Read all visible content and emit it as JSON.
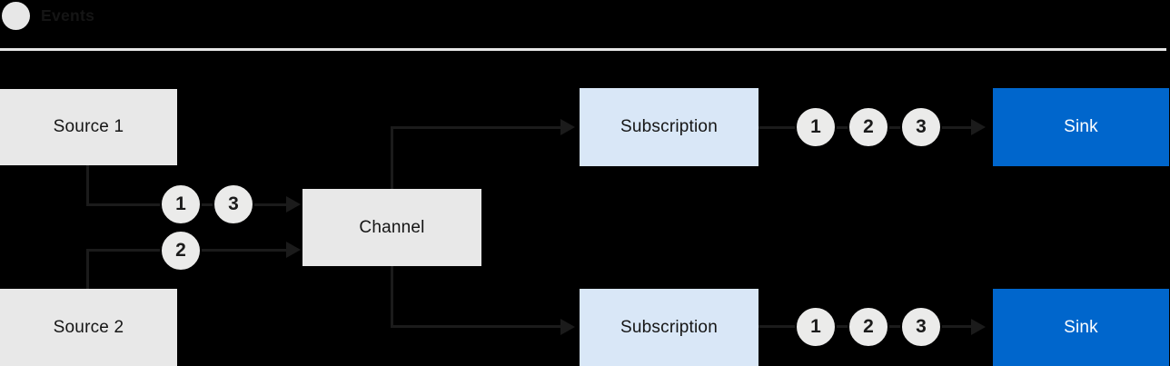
{
  "legend": {
    "label": "Events"
  },
  "nodes": {
    "source1": {
      "label": "Source 1"
    },
    "source2": {
      "label": "Source 2"
    },
    "channel": {
      "label": "Channel"
    },
    "subscription_top": {
      "label": "Subscription"
    },
    "subscription_bottom": {
      "label": "Subscription"
    },
    "sink_top": {
      "label": "Sink"
    },
    "sink_bottom": {
      "label": "Sink"
    }
  },
  "event_markers": {
    "source1_to_channel": [
      "1",
      "3"
    ],
    "source2_to_channel": [
      "2"
    ],
    "subscription_top_to_sink": [
      "1",
      "2",
      "3"
    ],
    "subscription_bottom_to_sink": [
      "1",
      "2",
      "3"
    ]
  },
  "colors": {
    "background": "#000000",
    "node_gray": "#e8e8e8",
    "subscription_blue": "#d9e7f7",
    "sink_blue": "#0066cc",
    "connector": "#1b1b1b",
    "text_dark": "#151515",
    "text_light": "#ffffff",
    "divider": "#e6e6e6",
    "event_circle": "#ebebea"
  }
}
